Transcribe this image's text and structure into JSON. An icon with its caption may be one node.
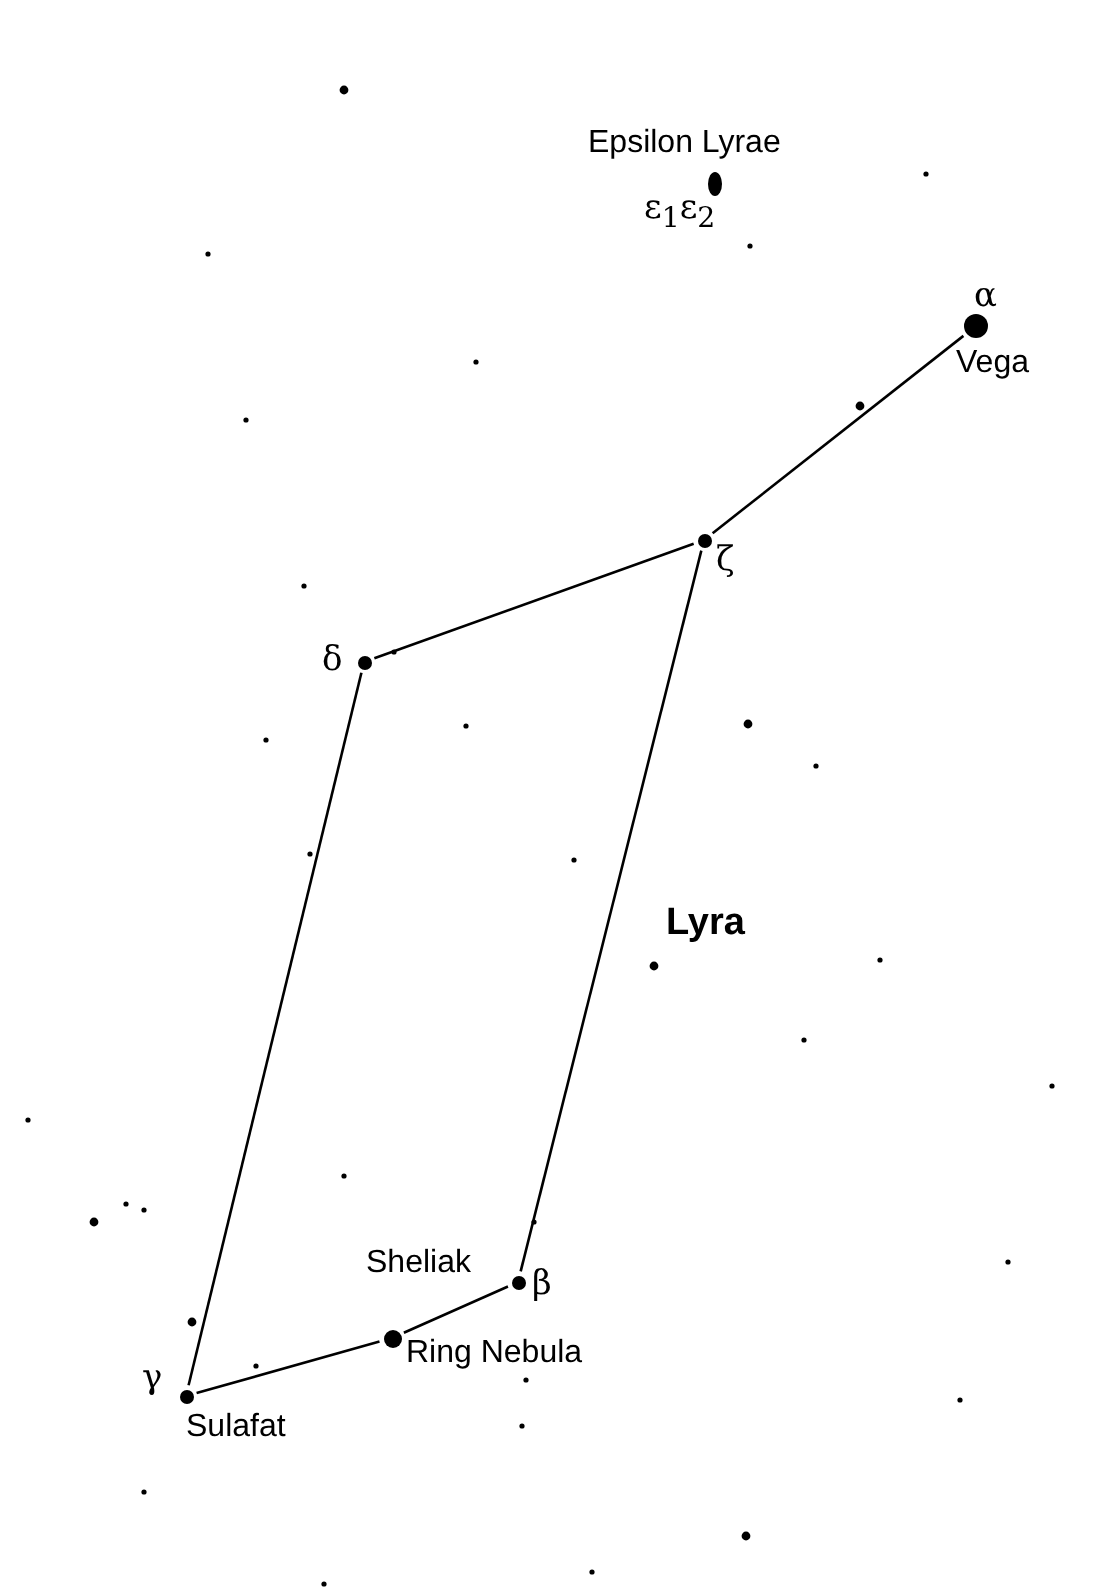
{
  "diagram": {
    "nodes": [
      {
        "text": [],
        "shape": "circle",
        "beside": [
          "Epsilon Lyrae",
          "ε$_{1}$ε$_{2}$"
        ]
      },
      {
        "text": [],
        "shape": "circle",
        "beside": [
          "α",
          "Vega"
        ]
      },
      {
        "text": [],
        "shape": "circle",
        "beside": [
          "ζ"
        ]
      },
      {
        "text": [],
        "shape": "circle",
        "beside": [
          "δ"
        ]
      },
      {
        "text": [],
        "shape": "circle",
        "beside": [
          "Sheliak",
          "β"
        ]
      },
      {
        "text": [],
        "shape": "circle",
        "beside": [
          "Ring Nebula"
        ]
      },
      {
        "text": [],
        "shape": "circle",
        "beside": [
          "γ",
          "Sulafat"
        ]
      }
    ],
    "edges": [
      {
        "from": 1,
        "to": 2,
        "arrow": "none"
      },
      {
        "from": 2,
        "to": 3,
        "arrow": "none"
      },
      {
        "from": 3,
        "to": 6,
        "arrow": "none"
      },
      {
        "from": 6,
        "to": 5,
        "arrow": "none"
      },
      {
        "from": 5,
        "to": 4,
        "arrow": "none"
      },
      {
        "from": 4,
        "to": 2,
        "arrow": "none"
      }
    ],
    "labels": [
      "Lyra"
    ]
  }
}
